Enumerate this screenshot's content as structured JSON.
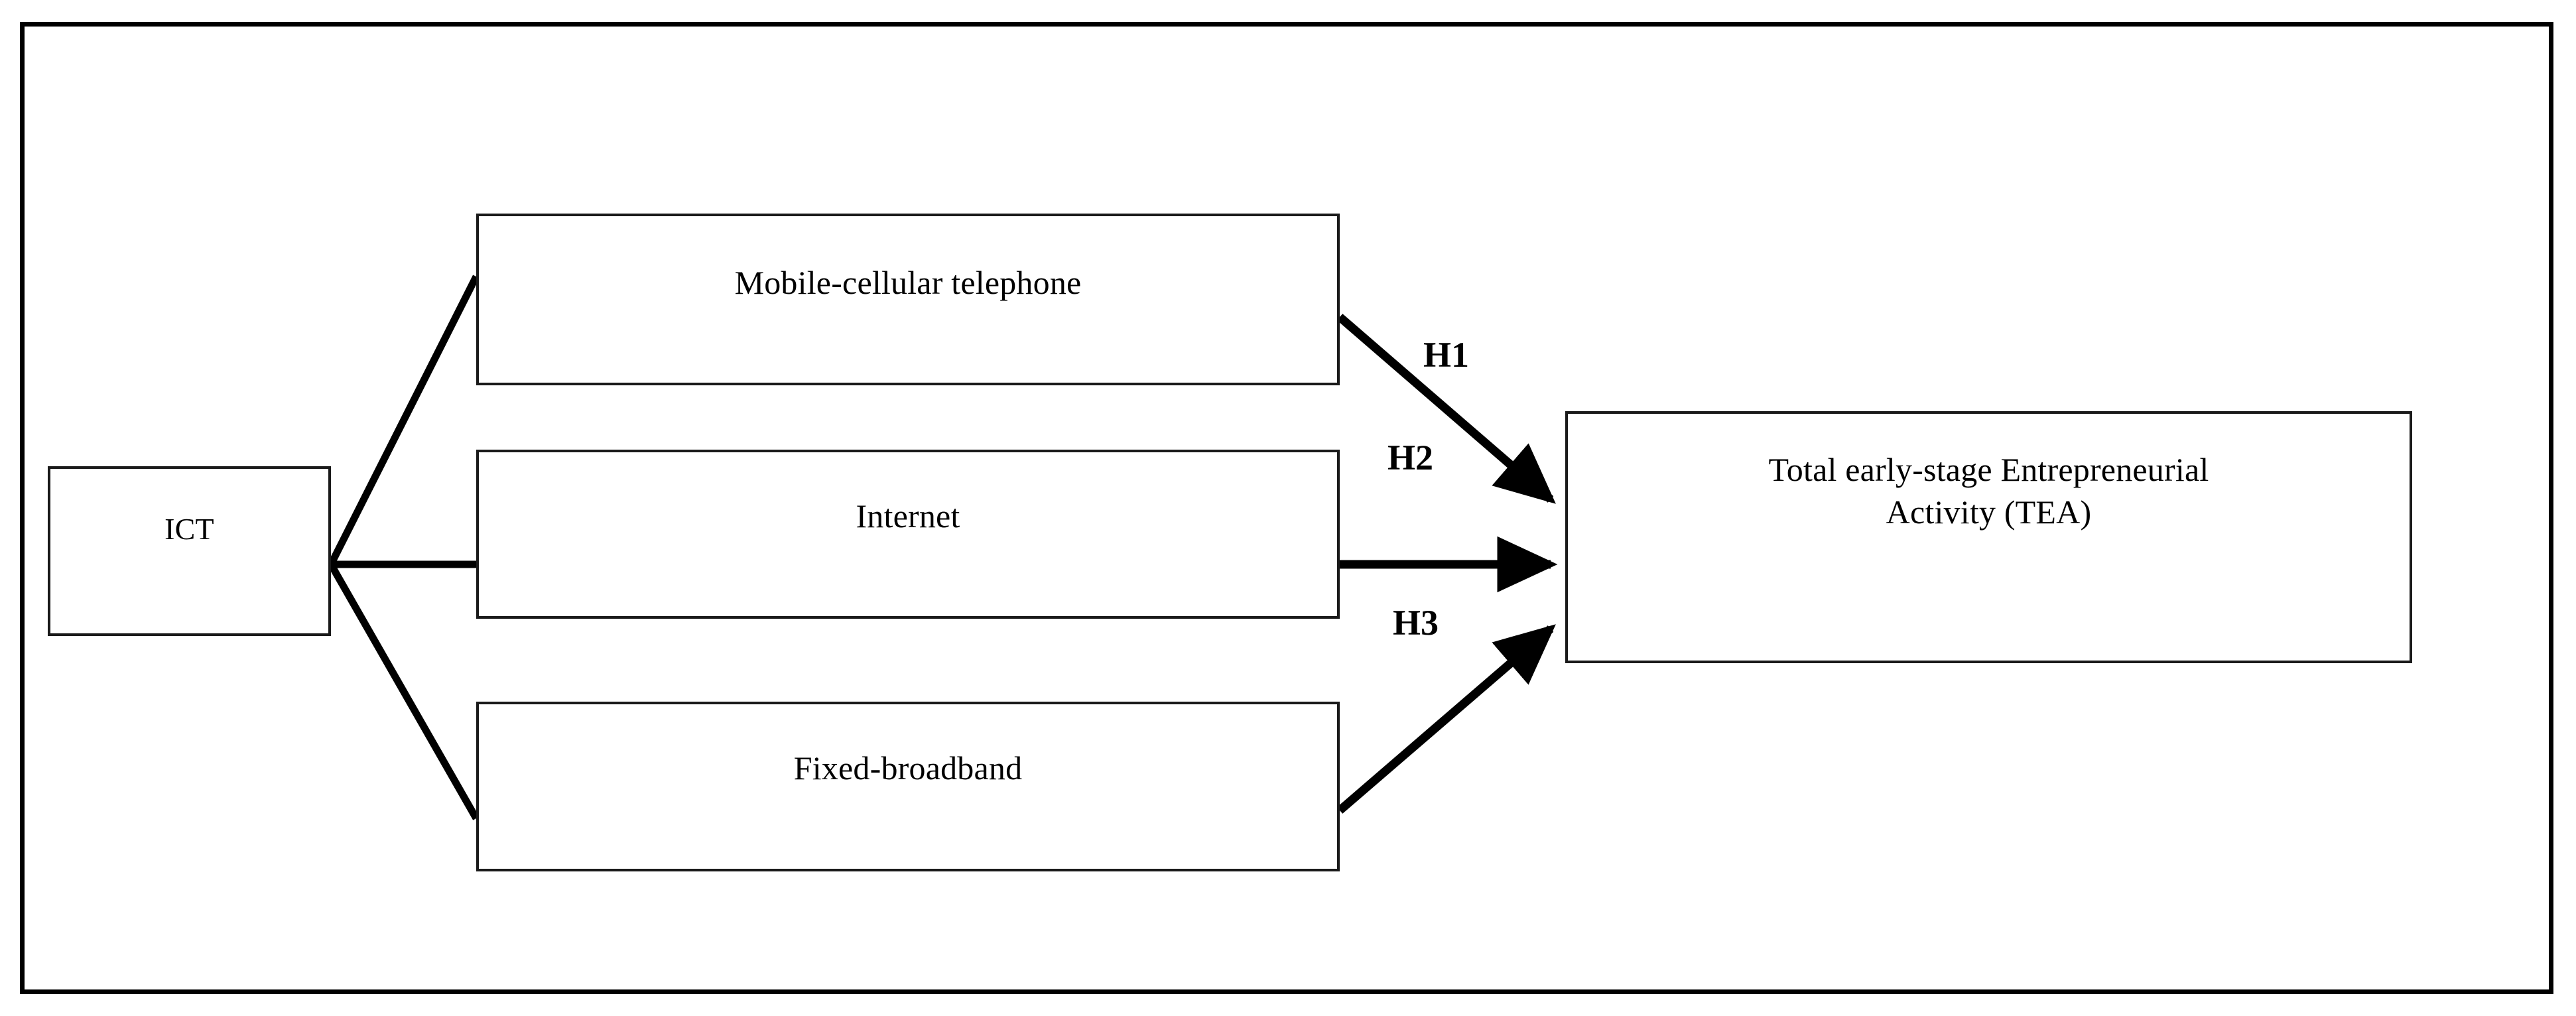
{
  "figure": {
    "type": "conceptual-research-model-diagram",
    "frame_color": "#000000",
    "node_border_color": "#1a1a1a",
    "background_color": "#ffffff"
  },
  "nodes": {
    "ict": {
      "label": "ICT"
    },
    "mobile": {
      "label": "Mobile-cellular telephone"
    },
    "internet": {
      "label": "Internet"
    },
    "fixed_broadband": {
      "label": "Fixed-broadband"
    },
    "tea": {
      "label": "Total early-stage Entrepreneurial\nActivity (TEA)"
    }
  },
  "hypotheses": [
    {
      "id": "h1",
      "label": "H1",
      "from": "Mobile-cellular telephone",
      "to": "Total early-stage Entrepreneurial Activity (TEA)"
    },
    {
      "id": "h2",
      "label": "H2",
      "from": "Internet",
      "to": "Total early-stage Entrepreneurial Activity (TEA)"
    },
    {
      "id": "h3",
      "label": "H3",
      "from": "Fixed-broadband",
      "to": "Total early-stage Entrepreneurial Activity (TEA)"
    }
  ],
  "connectors": [
    {
      "id": "ict-to-mobile",
      "from": "ICT",
      "to": "Mobile-cellular telephone",
      "arrowhead": false
    },
    {
      "id": "ict-to-internet",
      "from": "ICT",
      "to": "Internet",
      "arrowhead": false
    },
    {
      "id": "ict-to-fixed",
      "from": "ICT",
      "to": "Fixed-broadband",
      "arrowhead": false
    }
  ]
}
